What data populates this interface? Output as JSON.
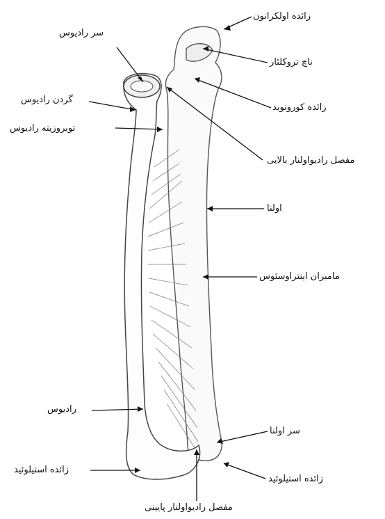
{
  "labels": {
    "olecranon": "زائده اولکرانون",
    "trochlear_notch": "ناچ تروکلئار",
    "radial_head": "سر رادیوس",
    "radial_neck": "گردن رادیوس",
    "radial_tuberosity": "توبروزیته رادیوس",
    "coronoid": "زائده کورونوید",
    "proximal_ru_joint": "مفصل رادیواولنار بالایی",
    "ulna": "اولنا",
    "interosseous": "مامبران اینتراوسئوس",
    "radius": "رادیوس",
    "ulnar_head": "سر اولنا",
    "radial_styloid": "زائده استیلوئید",
    "ulnar_styloid": "زائده استیلوئید",
    "distal_ru_joint": "مفصل رادیواولنار پایینی"
  }
}
